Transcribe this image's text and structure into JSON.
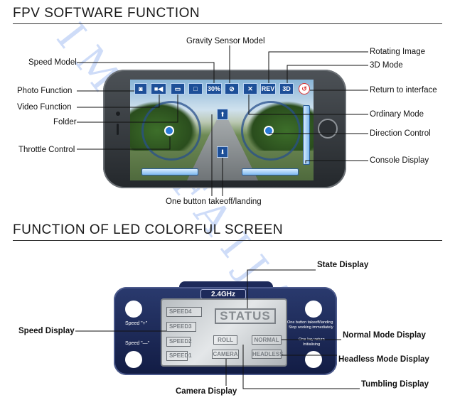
{
  "section1": {
    "title": "FPV SOFTWARE FUNCTION",
    "labels": {
      "gravity_sensor": "Gravity Sensor Model",
      "speed_model": "Speed Model",
      "photo_function": "Photo Function",
      "video_function": "Video Function",
      "folder": "Folder",
      "throttle_control": "Throttle Control",
      "rotating_image": "Rotating Image",
      "mode_3d": "3D Mode",
      "return_interface": "Return to interface",
      "ordinary_mode": "Ordinary Mode",
      "direction_control": "Direction Control",
      "console_display": "Console Display",
      "one_button": "One button takeoff/landing"
    },
    "toolbar": {
      "speed": "30%",
      "rev": "REV",
      "three_d": "3D"
    }
  },
  "section2": {
    "title": "FUNCTION OF LED COLORFUL SCREEN",
    "labels": {
      "state_display": "State Display",
      "speed_display": "Speed Display",
      "normal_mode_display": "Normal Mode Display",
      "headless_mode_display": "Headless Mode Display",
      "camera_display": "Camera Display",
      "tumbling_display": "Tumbling Display"
    },
    "controller": {
      "band": "2.4GHz",
      "speed_plus": "Speed \"+\"",
      "speed_minus": "Speed \"—\"",
      "note_top_1": "One button takeoff/landing",
      "note_top_2": "Stop working immediately",
      "note_bottom_1": "One-key return",
      "note_bottom_2": "Initialising"
    },
    "lcd": {
      "speed4": "SPEED4",
      "speed3": "SPEED3",
      "speed2": "SPEED2",
      "speed1": "SPEED1",
      "status": "STATUS",
      "roll": "ROLL",
      "normal": "NORMAL",
      "camera": "CAMERA",
      "headless": "HEADLESS"
    }
  },
  "watermark": "IMMOFAIJA"
}
